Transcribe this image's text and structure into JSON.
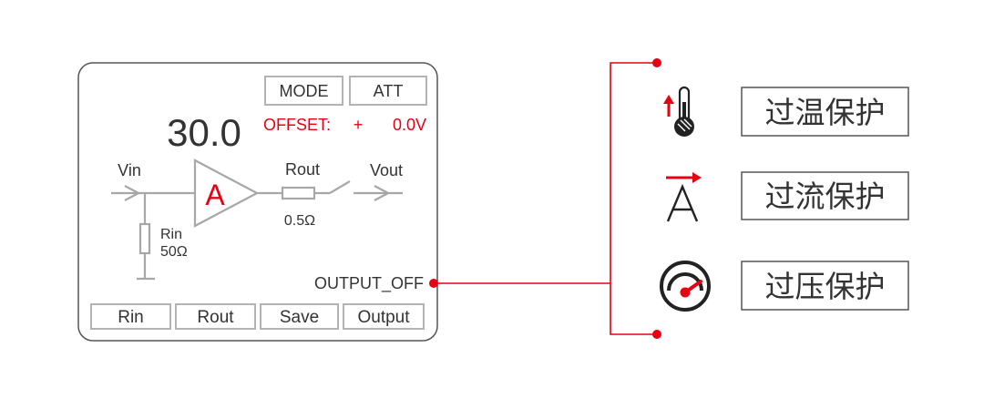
{
  "colors": {
    "accent": "#e60012",
    "gray": "#a7a7a7",
    "text": "#333333",
    "dark": "#222222"
  },
  "panel": {
    "mode_button": "MODE",
    "att_button": "ATT",
    "readout_value": "30.0",
    "offset_label": "OFFSET:",
    "offset_sign": "+",
    "offset_value": "0.0V",
    "output_status": "OUTPUT_OFF",
    "softkeys": [
      "Rin",
      "Rout",
      "Save",
      "Output"
    ]
  },
  "circuit": {
    "vin_label": "Vin",
    "vout_label": "Vout",
    "amp_symbol": "A",
    "rout_label": "Rout",
    "rout_value": "0.5Ω",
    "rin_label": "Rin",
    "rin_value": "50Ω"
  },
  "protections": [
    {
      "icon": "over-temperature-thermometer-icon",
      "label": "过温保护"
    },
    {
      "icon": "over-current-ampere-icon",
      "label": "过流保护"
    },
    {
      "icon": "over-voltage-gauge-icon",
      "label": "过压保护"
    }
  ]
}
